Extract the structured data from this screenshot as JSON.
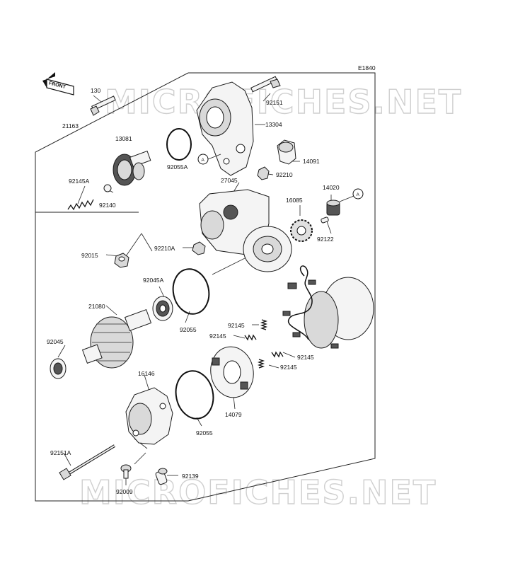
{
  "diagram_code": "E1840",
  "front_marker": "FRONT",
  "watermark": "MICROFICHES.NET",
  "callout_letter": "A",
  "labels": {
    "p130": "130",
    "p92151": "92151",
    "p13304": "13304",
    "p21163": "21163",
    "p13081": "13081",
    "p14091": "14091",
    "p92055A": "92055A",
    "p27045": "27045",
    "p92210": "92210",
    "p92145A": "92145A",
    "p14020": "14020",
    "p16085": "16085",
    "p92140": "92140",
    "p92122": "92122",
    "p92015": "92015",
    "p92210A": "92210A",
    "p92045A": "92045A",
    "p21080": "21080",
    "p92055_1": "92055",
    "p92145_1": "92145",
    "p92145_2": "92145",
    "p92045": "92045",
    "p92145_3": "92145",
    "p92145_4": "92145",
    "p16146": "16146",
    "p14079": "14079",
    "p92055_2": "92055",
    "p92151A": "92151A",
    "p92139": "92139",
    "p92009": "92009"
  }
}
